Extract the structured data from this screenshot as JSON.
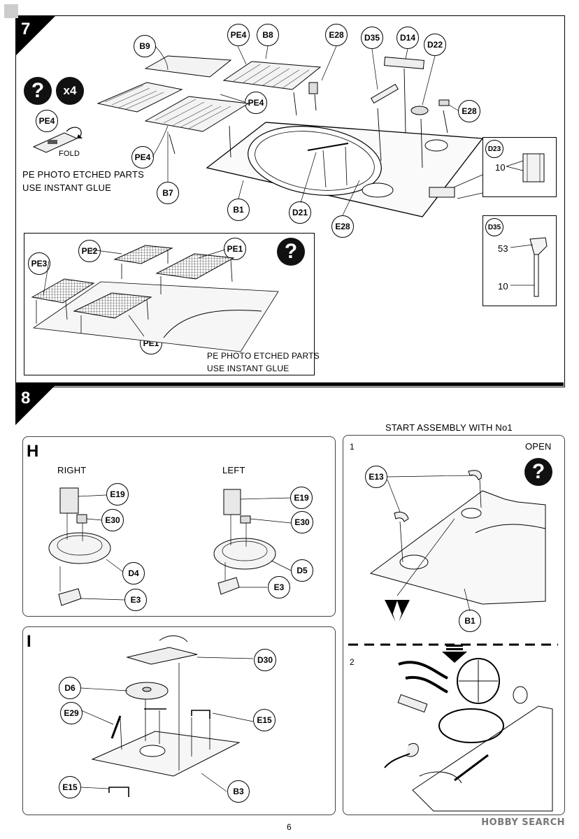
{
  "page_number": "6",
  "watermark": "HOBBY SEARCH",
  "step7": {
    "number": "7",
    "parts": {
      "b9": "B9",
      "pe4_top": "PE4",
      "b8": "B8",
      "e28_top": "E28",
      "d35": "D35",
      "d14": "D14",
      "d22": "D22",
      "e28_right": "E28",
      "pe4_mid": "PE4",
      "pe4_left": "PE4",
      "b7": "B7",
      "b1": "B1",
      "d21": "D21",
      "e28_bottom": "E28"
    },
    "tip": {
      "count": "x4",
      "part": "PE4",
      "fold": "FOLD"
    },
    "pe_note_1": "PE PHOTO ETCHED PARTS",
    "pe_note_2": "USE INSTANT GLUE",
    "detail_d23": {
      "title": "D23",
      "callout": "10"
    },
    "detail_d35": {
      "title": "D35",
      "callout_top": "53",
      "callout_bottom": "10"
    },
    "sub": {
      "pe2": "PE2",
      "pe1_top": "PE1",
      "pe3": "PE3",
      "pe1_bottom": "PE1",
      "note_1": "PE PHOTO ETCHED PARTS",
      "note_2": "USE INSTANT GLUE"
    }
  },
  "step8": {
    "number": "8",
    "start_note": "START ASSEMBLY WITH No1",
    "section_h": {
      "letter": "H",
      "right_label": "RIGHT",
      "left_label": "LEFT",
      "parts": {
        "e19_r": "E19",
        "e30_r": "E30",
        "d4": "D4",
        "e3_r": "E3",
        "e19_l": "E19",
        "e30_l": "E30",
        "d5": "D5",
        "e3_l": "E3"
      }
    },
    "section_i": {
      "letter": "I",
      "parts": {
        "d30": "D30",
        "d6": "D6",
        "e29": "E29",
        "e15_right": "E15",
        "e15_left": "E15",
        "b3": "B3"
      }
    },
    "panel_right": {
      "sub1": "1",
      "sub2": "2",
      "open_label": "OPEN",
      "e13": "E13",
      "b1": "B1"
    }
  }
}
